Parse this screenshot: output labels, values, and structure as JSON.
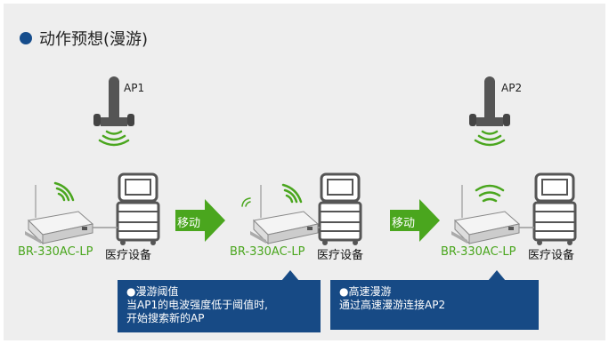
{
  "title": "动作预想(漫游)",
  "ap1_label": "AP1",
  "ap2_label": "AP2",
  "device_label": "BR-330AC-LP",
  "equipment_label": "医疗设备",
  "move_label": "移动",
  "callout_left": {
    "heading": "●漫游阈值",
    "line1": "当AP1的电波强度低于阈值时,",
    "line2": "开始搜索新的AP"
  },
  "callout_right": {
    "heading": "●高速漫游",
    "line1": "通过高速漫游连接AP2"
  },
  "colors": {
    "green": "#4aa61e",
    "navy": "#174a85",
    "panel": "#eeeeee"
  }
}
